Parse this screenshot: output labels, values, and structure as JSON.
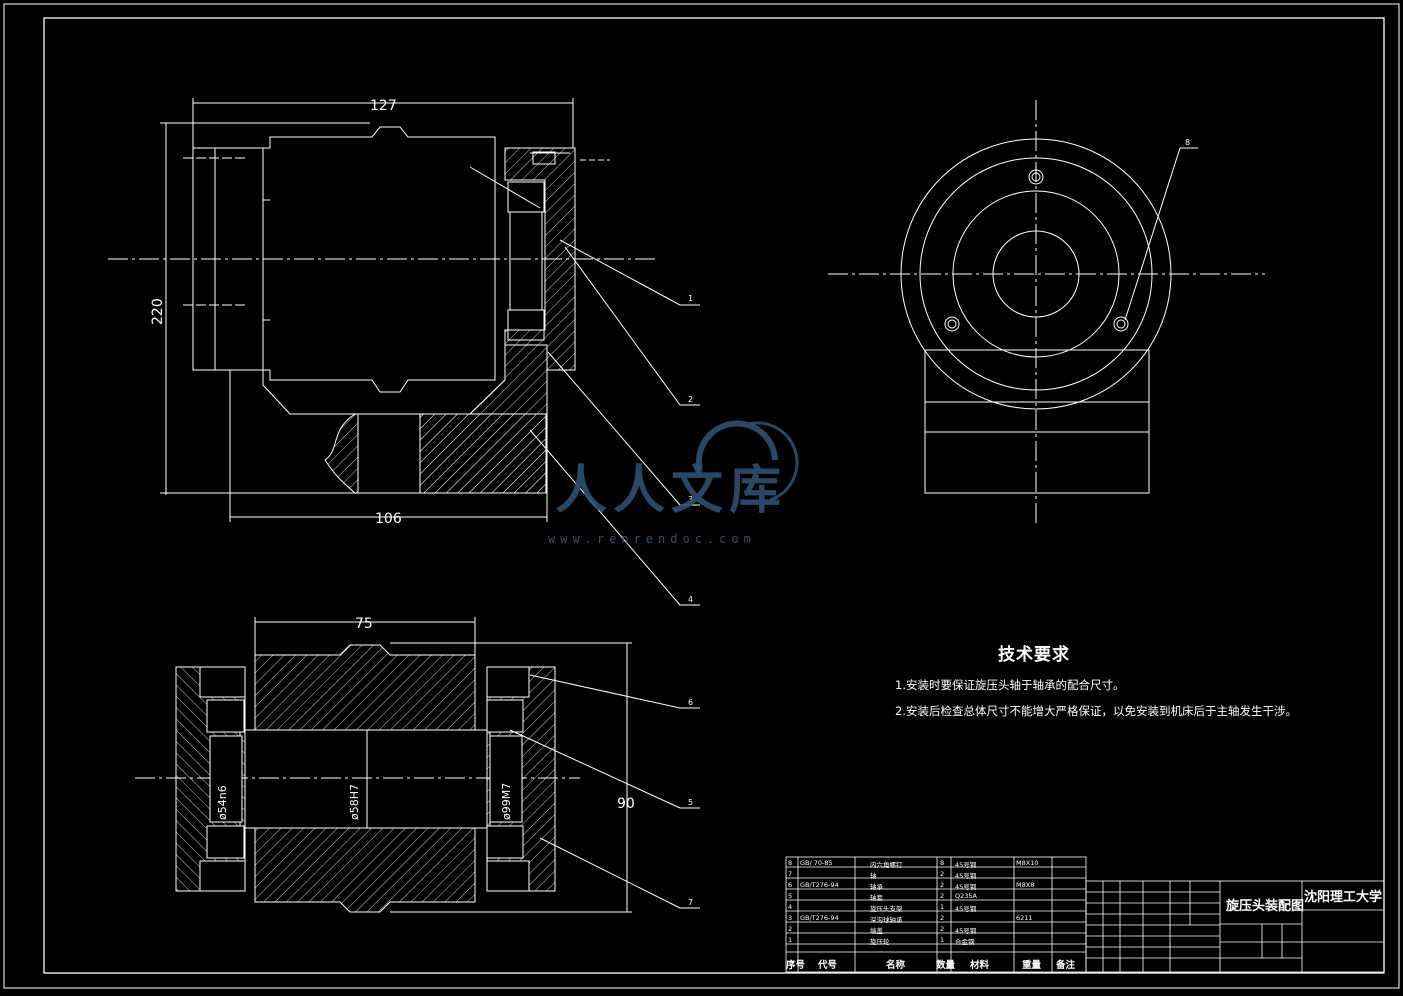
{
  "drawing": {
    "title": "旋压头装配图",
    "school": "沈阳理工大学",
    "dimensions": {
      "top_width": "127",
      "height": "220",
      "base_width": "106",
      "section_width": "75",
      "section_height": "90",
      "bore_left": "ø54n6",
      "bore_center": "ø58H7",
      "bore_right": "ø99M7"
    },
    "part_numbers": [
      "1",
      "2",
      "3",
      "4",
      "5",
      "6",
      "7",
      "8"
    ],
    "requirements": {
      "title": "技术要求",
      "items": [
        "1.安装时要保证旋压头轴于轴承的配合尺寸。",
        "2.安装后检查总体尺寸不能增大严格保证，以免安装到机床后于主轴发生干涉。"
      ]
    },
    "bom": {
      "rows": [
        {
          "no": "8",
          "code": "GB/ 70-85",
          "name": "内六角螺钉",
          "qty": "8",
          "material": "45号钢",
          "weight": "M8X10"
        },
        {
          "no": "7",
          "code": "",
          "name": "轴",
          "qty": "2",
          "material": "45号钢",
          "weight": ""
        },
        {
          "no": "6",
          "code": "GB/T276-94",
          "name": "轴承",
          "qty": "2",
          "material": "45号钢",
          "weight": "M8X8"
        },
        {
          "no": "5",
          "code": "",
          "name": "轴套",
          "qty": "2",
          "material": "Q235A",
          "weight": ""
        },
        {
          "no": "4",
          "code": "",
          "name": "旋压头支架",
          "qty": "1",
          "material": "45号钢",
          "weight": ""
        },
        {
          "no": "3",
          "code": "GB/T276-94",
          "name": "深沟球轴承",
          "qty": "2",
          "material": "",
          "weight": "6211"
        },
        {
          "no": "2",
          "code": "",
          "name": "端盖",
          "qty": "2",
          "material": "45号钢",
          "weight": ""
        },
        {
          "no": "1",
          "code": "",
          "name": "旋压轮",
          "qty": "1",
          "material": "合金钢",
          "weight": ""
        }
      ],
      "headers": {
        "no": "序号",
        "code": "代号",
        "name": "名称",
        "qty": "数量",
        "material": "材料",
        "weight": "重量",
        "remark": "备注"
      }
    },
    "watermark": {
      "text": "人人文库",
      "url": "www.renrendoc.com"
    }
  }
}
